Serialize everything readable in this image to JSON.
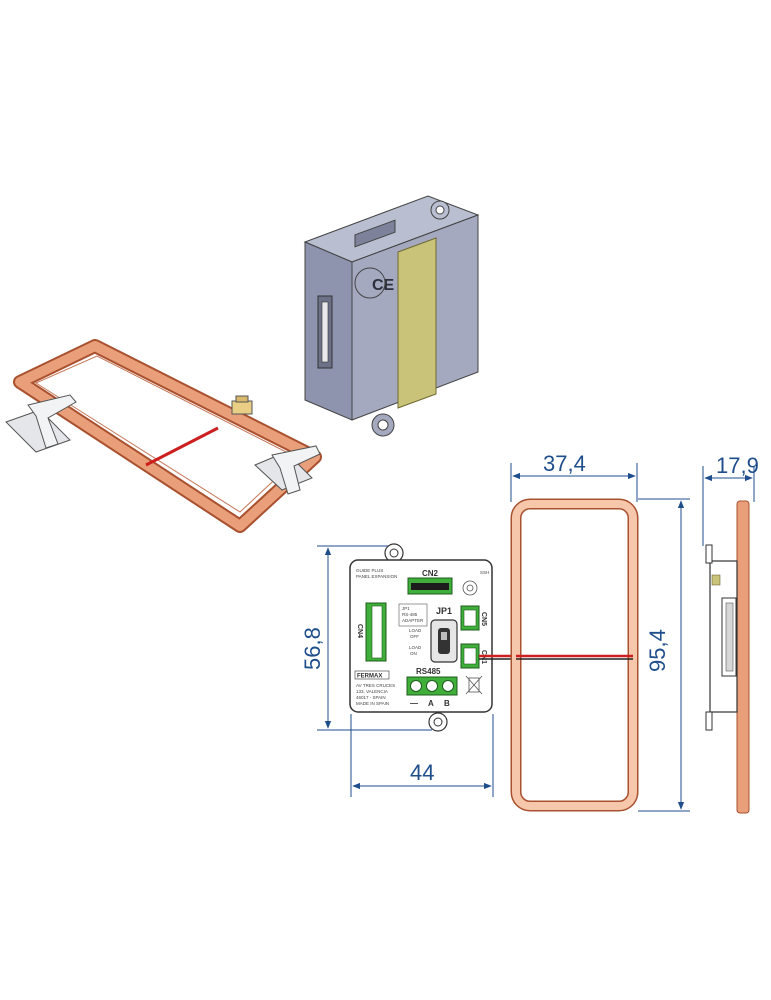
{
  "dimensions": {
    "coil_width": "37,4",
    "coil_height": "95,4",
    "side_thickness": "17,9",
    "module_height": "56,8",
    "module_width": "44"
  },
  "pcb_labels": {
    "cn2": "CN2",
    "cn4": "CN4",
    "cn5": "CN5",
    "cn1": "CN1",
    "jp1": "JP1",
    "rs485": "RS485",
    "minus": "—",
    "a": "A",
    "b": "B",
    "brand": "FERMAX",
    "model_line1": "GUIDE PLUS",
    "model_line2": "PANEL EXPANSION",
    "jp1_box_line1": "JP1",
    "jp1_box_line2": "RS-485",
    "jp1_box_line3": "ADAPTER",
    "load_off_1": "LOAD",
    "load_off_2": "OFF",
    "load_on_1": "LOAD",
    "load_on_2": "ON",
    "address_1": "AV TRES CRUCES",
    "address_2": "133, VALENCIA",
    "address_3": "46017 - SPAIN",
    "address_4": "MADE IN SPAIN",
    "rev": "SSH"
  },
  "ce_mark": "CE",
  "colors": {
    "dimension_line": "#1f4e8c",
    "coil": "#e9a07a",
    "coil_edge": "#a9502f",
    "housing": "#9a9fb8",
    "label_yellow": "#c9c37a",
    "connector_green": "#3fae3a",
    "wire_red": "#cc1f1f"
  }
}
